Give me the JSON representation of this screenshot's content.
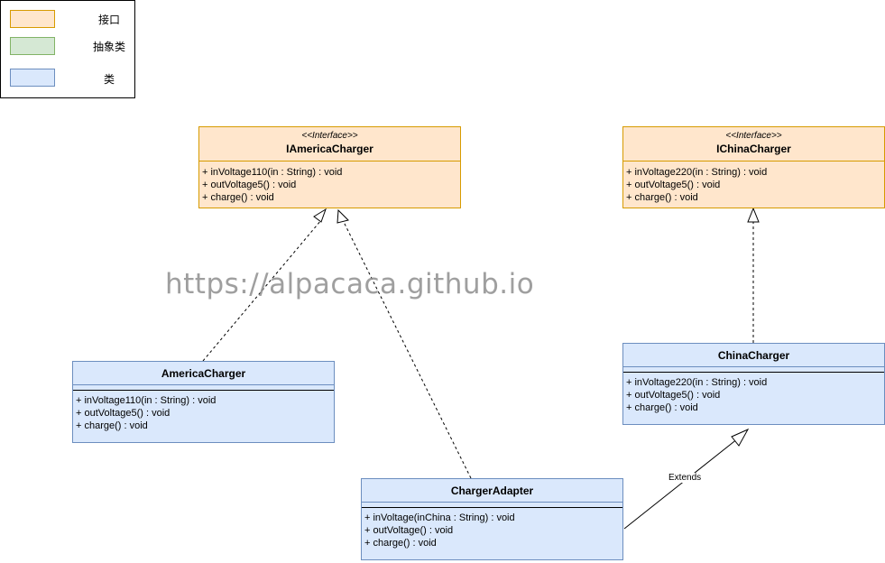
{
  "legend": {
    "items": [
      {
        "label": "接口",
        "fill": "#ffe6cc",
        "stroke": "#d79b00"
      },
      {
        "label": "抽象类",
        "fill": "#d5e8d4",
        "stroke": "#82b366"
      },
      {
        "label": "类",
        "fill": "#dae8fc",
        "stroke": "#6c8ebf"
      }
    ]
  },
  "nodes": {
    "iamerica": {
      "stereotype": "<<Interface>>",
      "name": "IAmericaCharger",
      "methods": [
        "+ inVoltage110(in : String) : void",
        "+ outVoltage5() : void",
        "+ charge() : void"
      ]
    },
    "ichina": {
      "stereotype": "<<Interface>>",
      "name": "IChinaCharger",
      "methods": [
        "+ inVoltage220(in : String) : void",
        "+ outVoltage5() : void",
        "+ charge() : void"
      ]
    },
    "america": {
      "name": "AmericaCharger",
      "methods": [
        "+ inVoltage110(in : String) : void",
        "+ outVoltage5() : void",
        "+ charge() : void"
      ]
    },
    "china": {
      "name": "ChinaCharger",
      "methods": [
        "+ inVoltage220(in : String) : void",
        "+ outVoltage5() : void",
        "+ charge() : void"
      ]
    },
    "adapter": {
      "name": "ChargerAdapter",
      "methods": [
        "+ inVoltage(inChina : String) : void",
        "+ outVoltage() : void",
        "+ charge() : void"
      ]
    }
  },
  "edges": {
    "extends_label": "Extends"
  },
  "watermark": "https://alpacaca.github.io"
}
